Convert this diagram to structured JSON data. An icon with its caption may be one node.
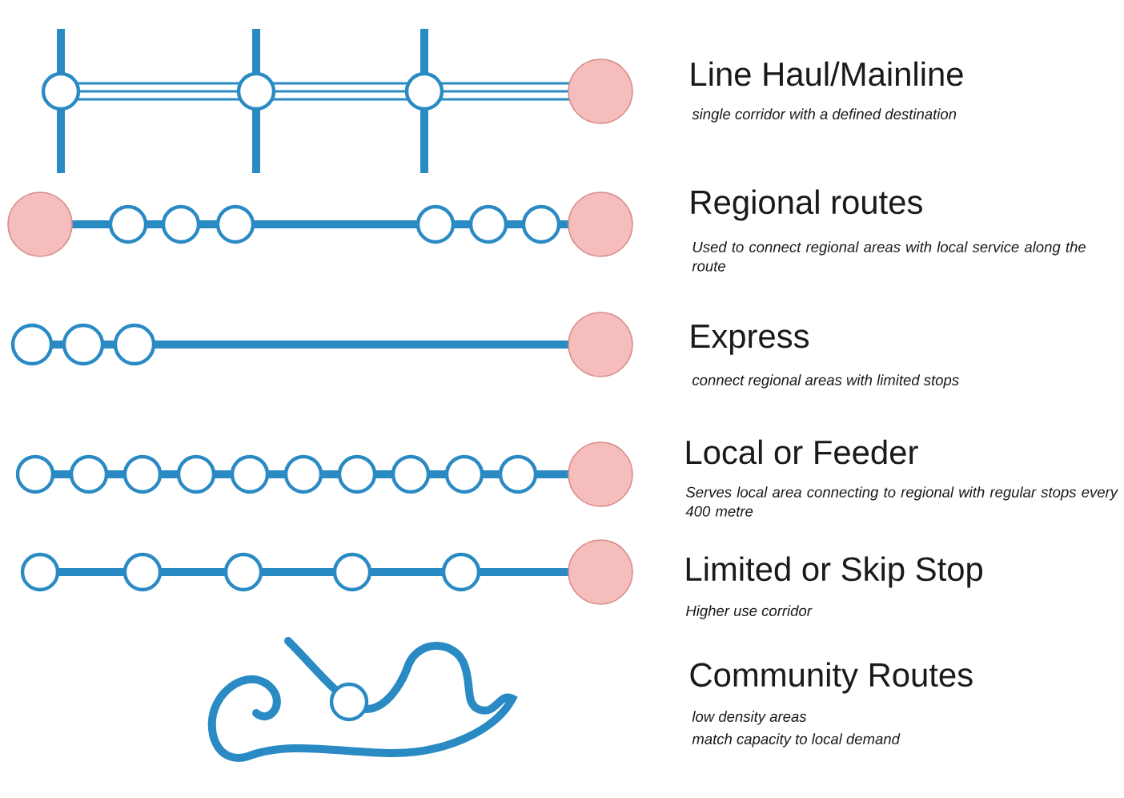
{
  "diagram": {
    "labels": [
      "Line Haul/Mainline",
      "single corridor with a defined destination",
      "Regional routes",
      "Used to connect regional areas with local service along the route",
      "Express",
      "connect regional areas with limited stops",
      "Local or Feeder",
      "Serves local area connecting to regional with regular stops every 400 metre",
      "Limited or Skip Stop",
      "Higher use corridor",
      "Community Routes",
      "low density areas",
      "match capacity to local demand"
    ]
  }
}
